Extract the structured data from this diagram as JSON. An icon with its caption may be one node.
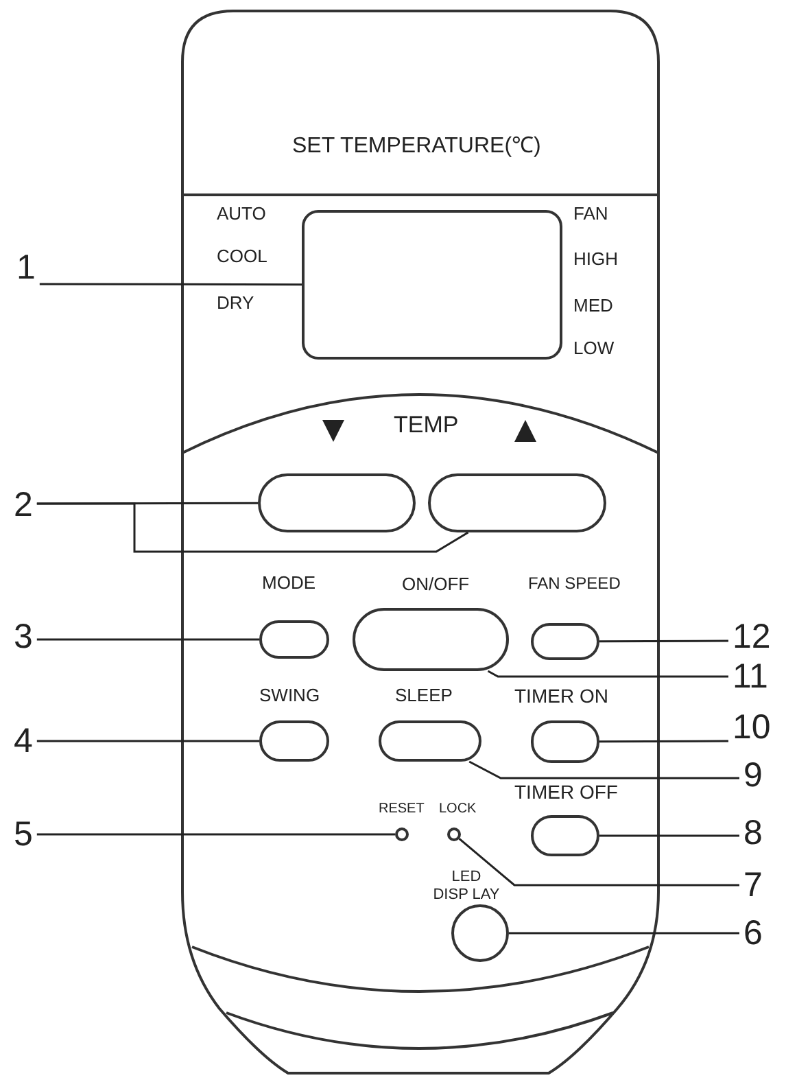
{
  "diagram": {
    "nodes": [
      {
        "text": [
          "1"
        ]
      },
      {
        "text": [],
        "shape": "box"
      },
      {
        "text": [
          "2"
        ]
      },
      {
        "text": [],
        "shape": "box"
      },
      {
        "text": [],
        "shape": "box"
      },
      {
        "text": [
          "3"
        ]
      },
      {
        "text": [],
        "shape": "box"
      },
      {
        "text": [
          "4"
        ]
      },
      {
        "text": [],
        "shape": "box"
      },
      {
        "text": [
          "5"
        ]
      },
      {
        "text": [],
        "shape": "circle"
      },
      {
        "text": [
          "12"
        ]
      },
      {
        "text": [],
        "shape": "box"
      },
      {
        "text": [
          "11"
        ]
      },
      {
        "text": [],
        "shape": "box"
      },
      {
        "text": [
          "10"
        ]
      },
      {
        "text": [],
        "shape": "box"
      },
      {
        "text": [
          "9"
        ]
      },
      {
        "text": [],
        "shape": "box"
      },
      {
        "text": [
          "8"
        ]
      },
      {
        "text": [],
        "shape": "box"
      },
      {
        "text": [
          "7"
        ]
      },
      {
        "text": [],
        "shape": "circle"
      },
      {
        "text": [
          "6"
        ]
      },
      {
        "text": [],
        "shape": "circle"
      }
    ],
    "edges": [
      {
        "from": 0,
        "to": 1,
        "arrow": "none"
      },
      {
        "from": 2,
        "to": 3,
        "arrow": "none"
      },
      {
        "from": 2,
        "to": 4,
        "arrow": "none"
      },
      {
        "from": 5,
        "to": 6,
        "arrow": "none"
      },
      {
        "from": 7,
        "to": 8,
        "arrow": "none"
      },
      {
        "from": 9,
        "to": 10,
        "arrow": "none"
      },
      {
        "from": 11,
        "to": 12,
        "arrow": "none"
      },
      {
        "from": 13,
        "to": 14,
        "arrow": "none"
      },
      {
        "from": 15,
        "to": 16,
        "arrow": "none"
      },
      {
        "from": 17,
        "to": 18,
        "arrow": "none"
      },
      {
        "from": 19,
        "to": 20,
        "arrow": "none"
      },
      {
        "from": 21,
        "to": 22,
        "arrow": "none"
      },
      {
        "from": 23,
        "to": 24,
        "arrow": "none"
      }
    ],
    "labels": [
      "SET TEMPERATURE(℃)",
      "AUTO",
      "FAN",
      "COOL",
      "HIGH",
      "DRY",
      "MED",
      "LOW",
      "TEMP",
      "MODE",
      "ON/OFF",
      "FAN SPEED",
      "SWING",
      "SLEEP",
      "TIMER ON",
      "TIMER OFF",
      "RESET",
      "LOCK",
      "LED DISP LAY"
    ]
  }
}
